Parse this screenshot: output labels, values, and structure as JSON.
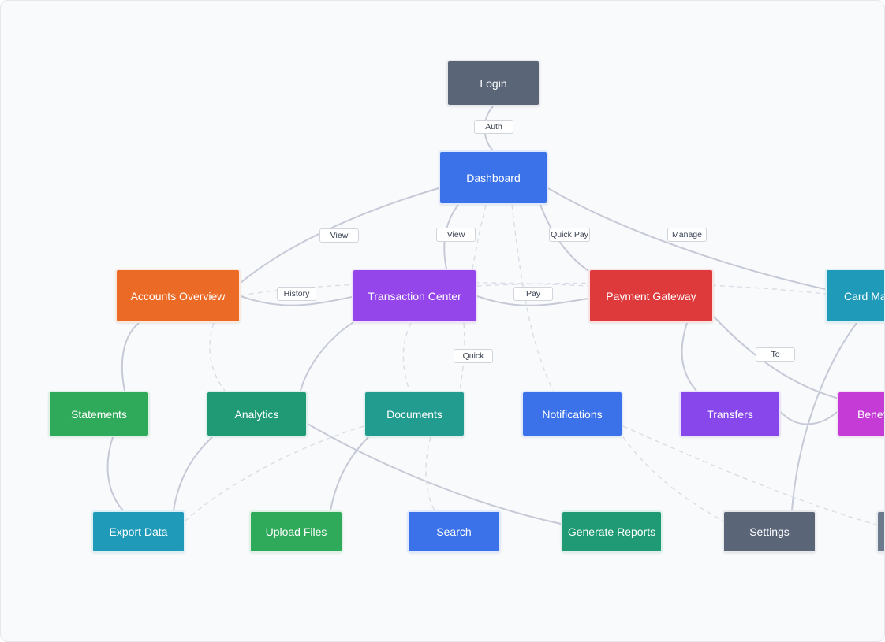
{
  "diagram": {
    "colors": {
      "slate": "#5a6578",
      "blue": "#3b72ea",
      "orange": "#ea6a26",
      "purple": "#9446ea",
      "red": "#de3a3c",
      "cyan": "#1f9ab9",
      "green": "#2fa95a",
      "emerald": "#1f9a74",
      "teal": "#239c90",
      "violet": "#8747eb",
      "magenta": "#c53bd6",
      "gray": "#6b7a8d",
      "edge": "#c6cad7",
      "edge_dashed": "#d9dde5"
    },
    "nodes": [
      {
        "id": "login",
        "label": "Login",
        "color": "slate"
      },
      {
        "id": "dashboard",
        "label": "Dashboard",
        "color": "blue"
      },
      {
        "id": "accounts",
        "label": "Accounts Overview",
        "color": "orange"
      },
      {
        "id": "transactions",
        "label": "Transaction Center",
        "color": "purple"
      },
      {
        "id": "payments",
        "label": "Payment Gateway",
        "color": "red"
      },
      {
        "id": "cards",
        "label": "Card Ma",
        "color": "cyan"
      },
      {
        "id": "statements",
        "label": "Statements",
        "color": "green"
      },
      {
        "id": "analytics",
        "label": "Analytics",
        "color": "emerald"
      },
      {
        "id": "documents",
        "label": "Documents",
        "color": "teal"
      },
      {
        "id": "notifications",
        "label": "Notifications",
        "color": "blue"
      },
      {
        "id": "transfers",
        "label": "Transfers",
        "color": "violet"
      },
      {
        "id": "beneficiaries",
        "label": "Benef",
        "color": "magenta"
      },
      {
        "id": "export",
        "label": "Export Data",
        "color": "cyan"
      },
      {
        "id": "upload",
        "label": "Upload Files",
        "color": "green"
      },
      {
        "id": "search",
        "label": "Search",
        "color": "blue"
      },
      {
        "id": "reports",
        "label": "Generate Reports",
        "color": "emerald"
      },
      {
        "id": "settings",
        "label": "Settings",
        "color": "slate"
      },
      {
        "id": "offscreen",
        "label": "",
        "color": "gray"
      }
    ],
    "edges": [
      {
        "from": "login",
        "to": "dashboard",
        "label": "Auth",
        "style": "solid"
      },
      {
        "from": "dashboard",
        "to": "accounts",
        "label": "View",
        "style": "solid"
      },
      {
        "from": "dashboard",
        "to": "transactions",
        "label": "View",
        "style": "solid"
      },
      {
        "from": "dashboard",
        "to": "payments",
        "label": "Quick Pay",
        "style": "solid"
      },
      {
        "from": "dashboard",
        "to": "cards",
        "label": "Manage",
        "style": "solid"
      },
      {
        "from": "accounts",
        "to": "transactions",
        "label": "History",
        "style": "solid"
      },
      {
        "from": "transactions",
        "to": "payments",
        "label": "Pay",
        "style": "solid"
      },
      {
        "from": "payments",
        "to": "beneficiaries",
        "label": "To",
        "style": "solid"
      },
      {
        "from": "transactions",
        "to": "documents",
        "label": "Quick",
        "style": "dashed"
      },
      {
        "from": "accounts",
        "to": "statements",
        "label": "",
        "style": "solid"
      },
      {
        "from": "accounts",
        "to": "analytics",
        "label": "",
        "style": "dashed"
      },
      {
        "from": "transactions",
        "to": "analytics",
        "label": "",
        "style": "solid"
      },
      {
        "from": "payments",
        "to": "transfers",
        "label": "",
        "style": "solid"
      },
      {
        "from": "transfers",
        "to": "beneficiaries",
        "label": "",
        "style": "solid"
      },
      {
        "from": "cards",
        "to": "settings",
        "label": "",
        "style": "solid"
      },
      {
        "from": "statements",
        "to": "export",
        "label": "",
        "style": "solid"
      },
      {
        "from": "analytics",
        "to": "export",
        "label": "",
        "style": "solid"
      },
      {
        "from": "analytics",
        "to": "reports",
        "label": "",
        "style": "solid"
      },
      {
        "from": "documents",
        "to": "upload",
        "label": "",
        "style": "solid"
      },
      {
        "from": "documents",
        "to": "search",
        "label": "",
        "style": "dashed"
      },
      {
        "from": "documents",
        "to": "export",
        "label": "",
        "style": "dashed"
      },
      {
        "from": "dashboard",
        "to": "documents",
        "label": "",
        "style": "dashed"
      },
      {
        "from": "dashboard",
        "to": "notifications",
        "label": "",
        "style": "dashed"
      },
      {
        "from": "notifications",
        "to": "settings",
        "label": "",
        "style": "dashed"
      },
      {
        "from": "notifications",
        "to": "offscreen",
        "label": "",
        "style": "dashed"
      },
      {
        "from": "accounts",
        "to": "payments",
        "label": "",
        "style": "dashed"
      },
      {
        "from": "transactions",
        "to": "cards",
        "label": "",
        "style": "dashed"
      }
    ]
  }
}
